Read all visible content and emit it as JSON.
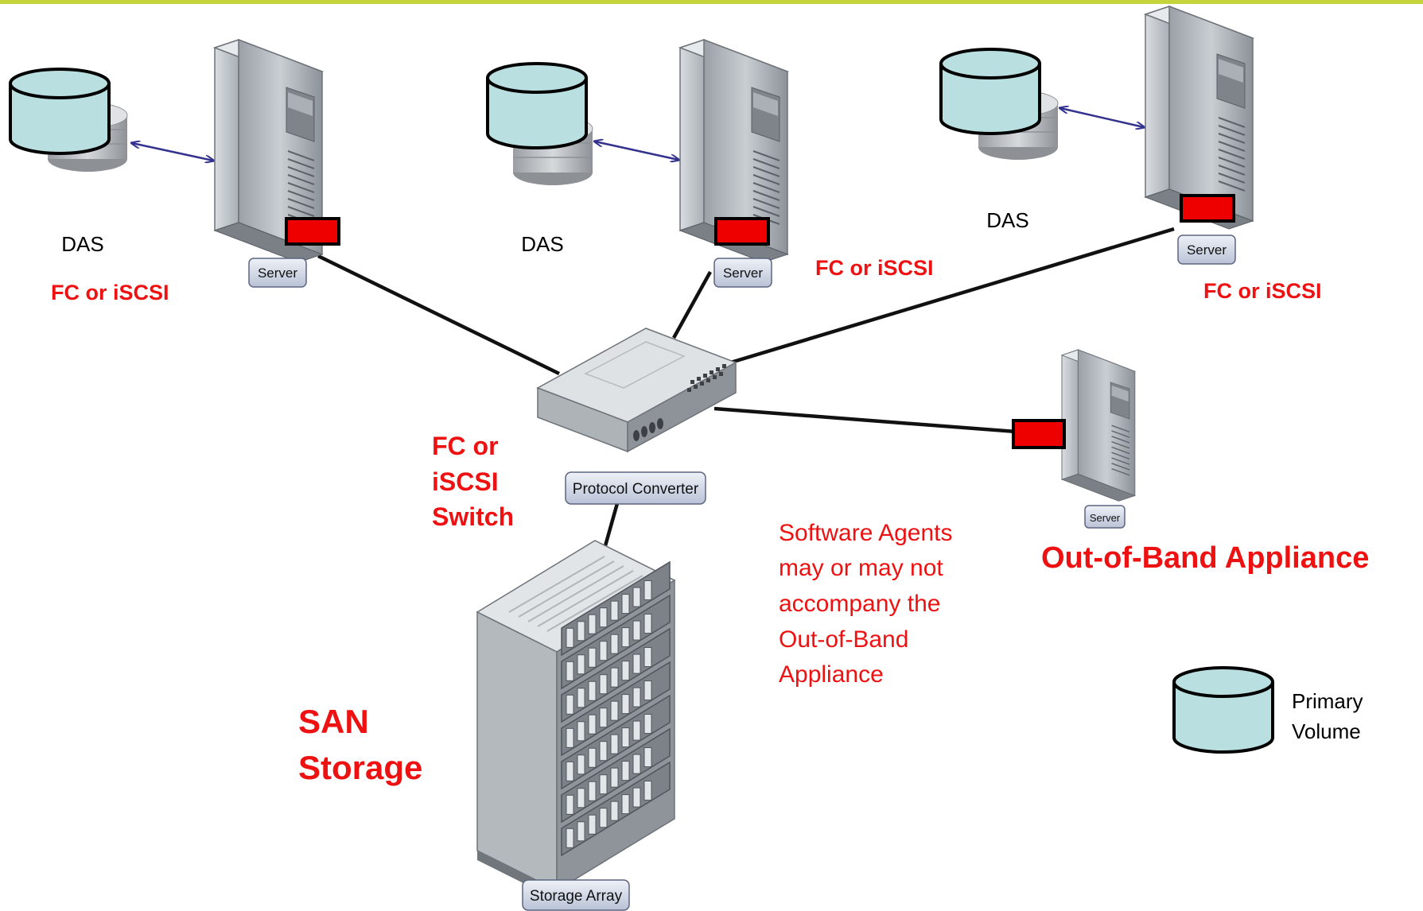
{
  "colors": {
    "top_bar": "#c5d33c",
    "accent_red": "#ee1111",
    "volume_fill": "#b9dfe0",
    "link_line": "#111111",
    "das_arrow": "#33338f",
    "hba_red": "#ee0000"
  },
  "das_labels": [
    "DAS",
    "DAS",
    "DAS"
  ],
  "server_tags": [
    "Server",
    "Server",
    "Server",
    "Server"
  ],
  "fc_labels": [
    "FC or iSCSI",
    "FC or iSCSI",
    "FC or iSCSI"
  ],
  "switch": {
    "tag": "Protocol Converter",
    "label_lines": [
      "FC or",
      "iSCSI",
      "Switch"
    ]
  },
  "storage": {
    "tag": "Storage Array",
    "label_lines": [
      "SAN",
      "Storage"
    ]
  },
  "appliance": {
    "label": "Out-of-Band Appliance",
    "note_lines": [
      "Software Agents",
      "may or may not",
      "accompany the",
      "Out-of-Band",
      "Appliance"
    ]
  },
  "legend": {
    "label_lines": [
      "Primary",
      "Volume"
    ]
  }
}
